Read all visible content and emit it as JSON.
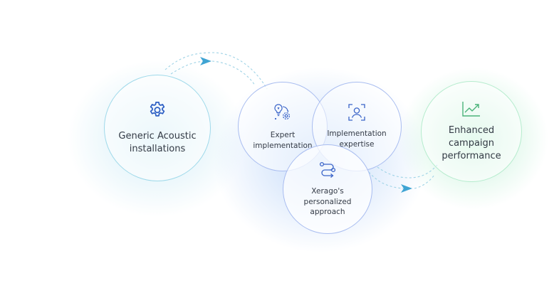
{
  "nodes": {
    "generic": {
      "label": "Generic Acoustic\ninstallations",
      "icon": "gear-icon"
    },
    "expert": {
      "label": "Expert\nimplementation",
      "icon": "lightbulb-gear-icon"
    },
    "implementation": {
      "label": "Implementation\nexpertise",
      "icon": "user-focus-icon"
    },
    "xerago": {
      "label": "Xerago's\npersonalized\napproach",
      "icon": "route-path-icon"
    },
    "enhanced": {
      "label": "Enhanced\ncampaign\nperformance",
      "icon": "trending-up-chart-icon"
    }
  },
  "colors": {
    "generic_accent": "#2e60c4",
    "service_accent": "#3a64c8",
    "outcome_accent": "#4bb37a",
    "arrow": "#3fa4d3",
    "text": "#333a45"
  }
}
